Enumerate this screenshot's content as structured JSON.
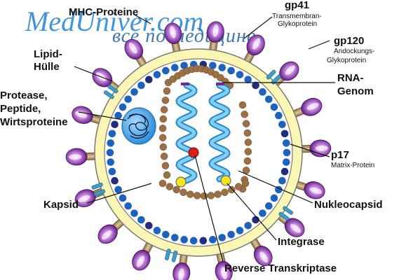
{
  "watermark": {
    "site": "MedUniver.com",
    "tagline": "все по медицине"
  },
  "labels": {
    "mhc": "MHC-Proteine",
    "gp41": "gp41",
    "gp41_sub": "Transmembran-",
    "gp41_sub2": "Glykoprotein",
    "gp120": "gp120",
    "gp120_sub": "Andockungs-",
    "gp120_sub2": "Glykoprotein",
    "lipid1": "Lipid-",
    "lipid2": "Hülle",
    "protease1": "Protease,",
    "protease2": "Peptide,",
    "protease3": "Wirtsproteine",
    "rna1": "RNA-",
    "rna2": "Genom",
    "p17": "p17",
    "p17_sub": "Matrix-Protein",
    "kapsid": "Kapsid",
    "nukleocapsid": "Nukleocapsid",
    "integrase": "Integrase",
    "rt": "Reverse Transkriptase"
  },
  "colors": {
    "envelope": "#fbf6b4",
    "envelope_stroke": "#777777",
    "matrix_dot": "#1c62bf",
    "matrix_dot_dark": "#232c80",
    "capsid_dot": "#9a7044",
    "rna": "#55b6ea",
    "spike_head": "#b56fd0",
    "spike_stem": "#bfa47a",
    "mhc": "#3b9ecb",
    "rt": "#dd1b1b",
    "integrase": "#f6e420",
    "protease": "#2f8fd8"
  }
}
